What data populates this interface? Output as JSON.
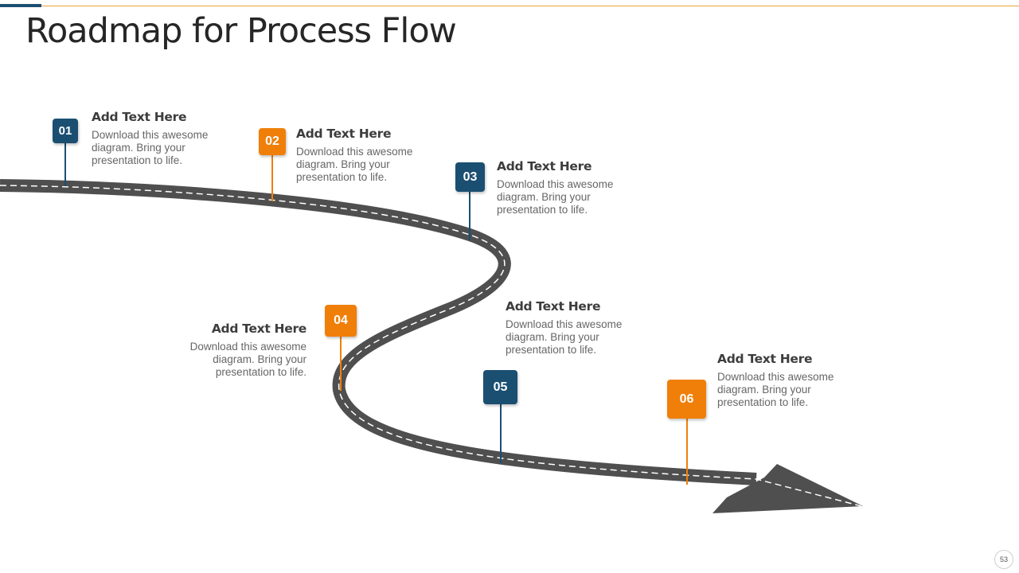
{
  "title": "Roadmap for Process Flow",
  "page_number": "53",
  "colors": {
    "blue": "#1b4f72",
    "orange": "#f07f09",
    "road": "#4f4f4f",
    "accent_line": "#e8a33d"
  },
  "steps": [
    {
      "number": "01",
      "title": "Add Text Here",
      "desc": "Download this awesome diagram. Bring your presentation to life.",
      "color": "blue"
    },
    {
      "number": "02",
      "title": "Add Text Here",
      "desc": "Download this awesome diagram. Bring your presentation to life.",
      "color": "orange"
    },
    {
      "number": "03",
      "title": "Add Text Here",
      "desc": "Download this awesome diagram. Bring your presentation to life.",
      "color": "blue"
    },
    {
      "number": "04",
      "title": "Add Text Here",
      "desc": "Download this awesome diagram. Bring your presentation to life.",
      "color": "orange"
    },
    {
      "number": "05",
      "title": "Add Text Here",
      "desc": "Download this awesome diagram. Bring your presentation to life.",
      "color": "blue"
    },
    {
      "number": "06",
      "title": "Add Text Here",
      "desc": "Download this awesome diagram. Bring your presentation to life.",
      "color": "orange"
    }
  ]
}
